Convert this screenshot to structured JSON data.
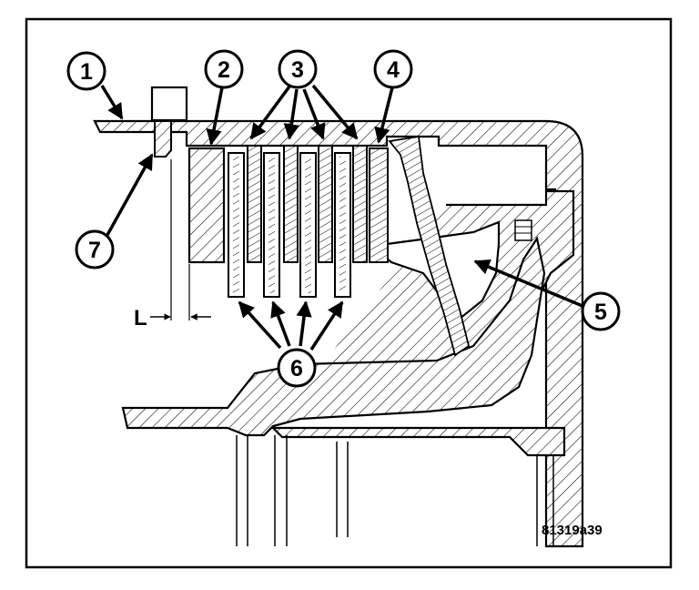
{
  "figure_id": "81319a39",
  "dimension_label": "L",
  "callouts": [
    {
      "label": "1"
    },
    {
      "label": "2"
    },
    {
      "label": "3"
    },
    {
      "label": "4"
    },
    {
      "label": "5"
    },
    {
      "label": "6"
    },
    {
      "label": "7"
    }
  ]
}
